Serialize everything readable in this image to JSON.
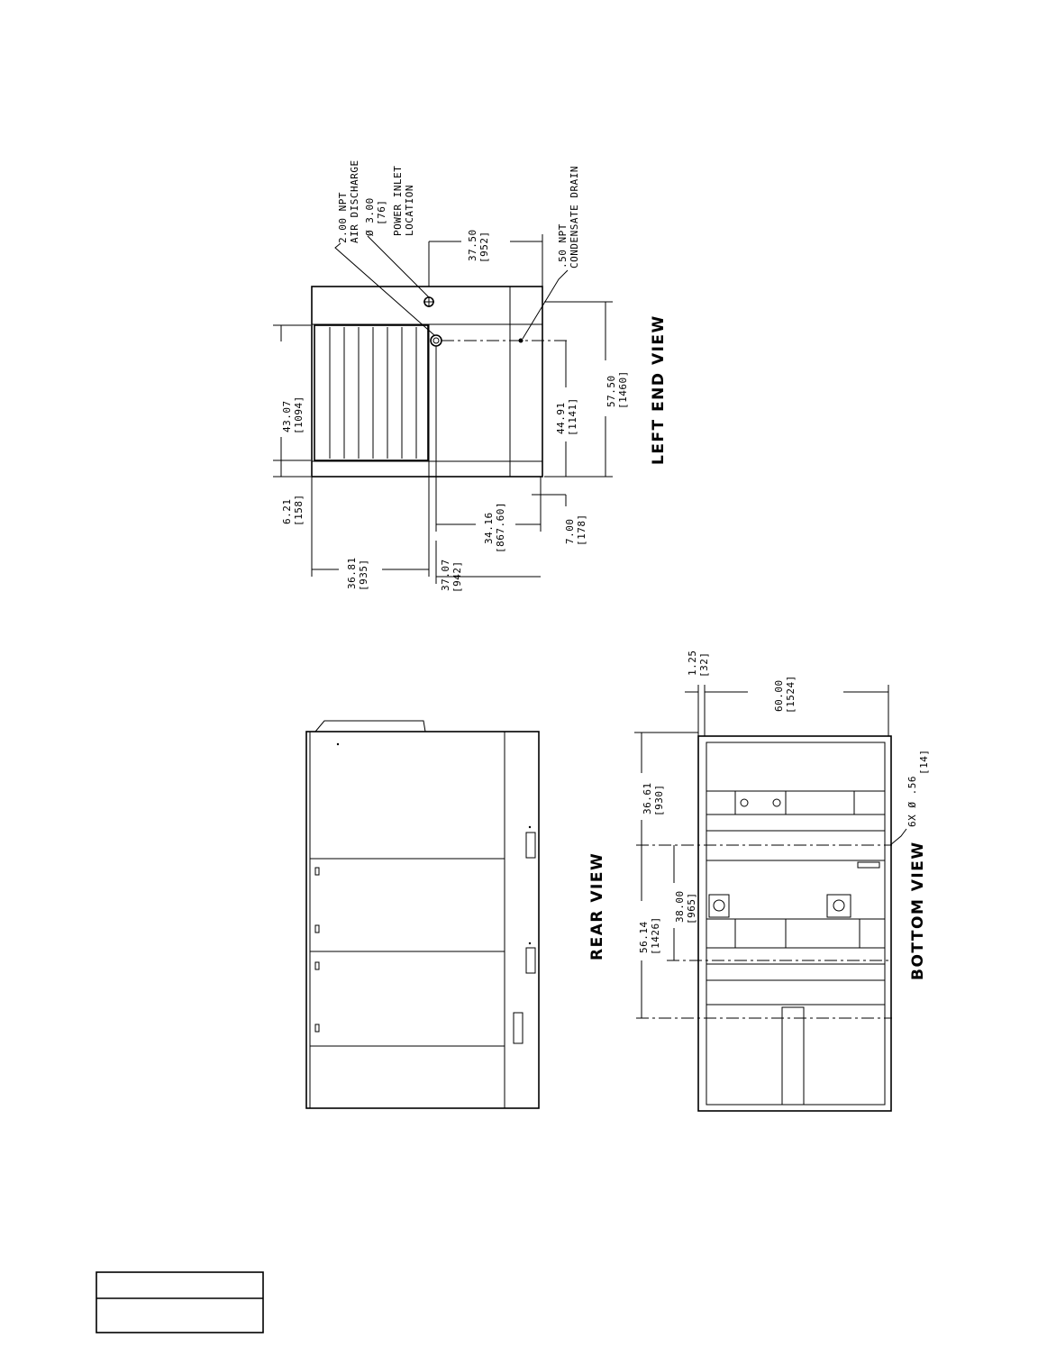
{
  "left_end_view": {
    "title": "LEFT END VIEW",
    "notes": {
      "air_discharge_1": "2.00 NPT",
      "air_discharge_2": "AIR DISCHARGE",
      "power_inlet_1": "Ø 3.00",
      "power_inlet_2": "[76]",
      "power_inlet_3": "POWER INLET",
      "power_inlet_4": "LOCATION",
      "drain_1": ".50 NPT",
      "drain_2": "CONDENSATE DRAIN"
    },
    "dims": {
      "d1_in": "43.07",
      "d1_mm": "[1094]",
      "d2_in": "6.21",
      "d2_mm": "[158]",
      "d3_in": "37.50",
      "d3_mm": "[952]",
      "d4_in": "44.91",
      "d4_mm": "[1141]",
      "d5_in": "57.50",
      "d5_mm": "[1460]",
      "d6_in": "34.16",
      "d6_mm": "[867.60]",
      "d7_in": "7.00",
      "d7_mm": "[178]",
      "d8_in": "36.81",
      "d8_mm": "[935]",
      "d9_in": "37.07",
      "d9_mm": "[942]"
    }
  },
  "rear_view": {
    "title": "REAR VIEW"
  },
  "bottom_view": {
    "title": "BOTTOM VIEW",
    "notes": {
      "holes_1": "6X Ø .56",
      "holes_2": "[14]"
    },
    "dims": {
      "d1_in": "1.25",
      "d1_mm": "[32]",
      "d2_in": "60.00",
      "d2_mm": "[1524]",
      "d3_in": "36.61",
      "d3_mm": "[930]",
      "d4_in": "38.00",
      "d4_mm": "[965]",
      "d5_in": "56.14",
      "d5_mm": "[1426]"
    }
  }
}
